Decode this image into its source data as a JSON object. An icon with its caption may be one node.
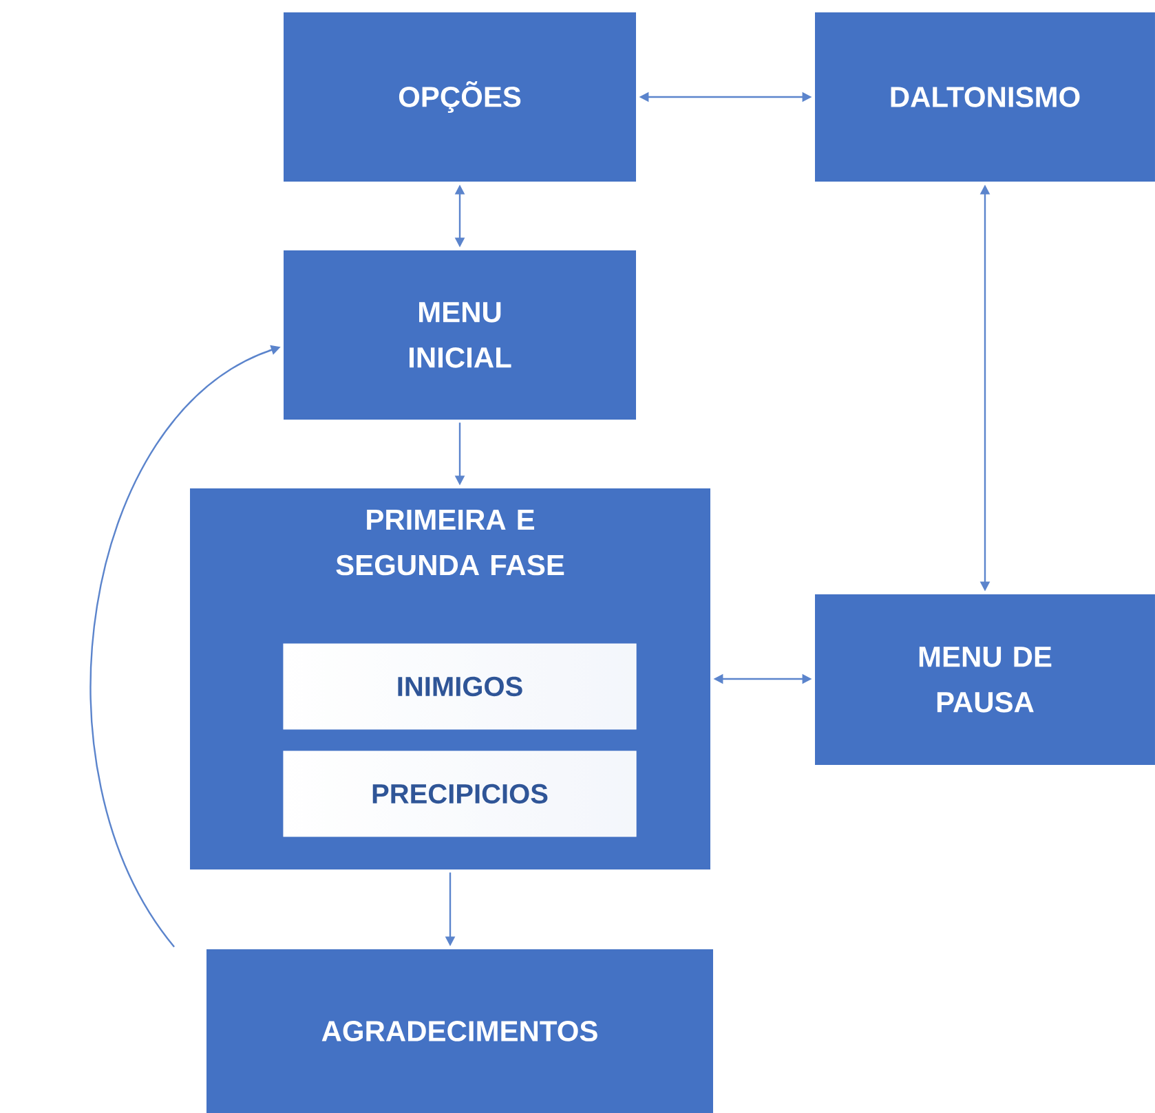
{
  "diagram": {
    "nodes": [
      {
        "text": [
          "OPÇÕES"
        ]
      },
      {
        "text": [
          "DALTONISMO"
        ]
      },
      {
        "text": [
          "MENU INICIAL"
        ]
      },
      {
        "text": [
          "PRIMEIRA E SEGUNDA FASE"
        ]
      },
      {
        "text": [
          "INIMIGOS"
        ],
        "in": 3
      },
      {
        "text": [
          "PRECIPICIOS"
        ],
        "in": 3
      },
      {
        "text": [
          "MENU DE PAUSA"
        ]
      },
      {
        "text": [
          "AGRADECIMENTOS"
        ]
      }
    ],
    "edges": [
      {
        "from": 0,
        "to": 1,
        "arrow": "both"
      },
      {
        "from": 0,
        "to": 2,
        "arrow": "both"
      },
      {
        "from": 2,
        "to": 3,
        "arrow": "to"
      },
      {
        "from": 6,
        "to": 1,
        "arrow": "both"
      },
      {
        "from": 3,
        "to": 6,
        "arrow": "both"
      },
      {
        "from": 3,
        "to": 7,
        "arrow": "to"
      },
      {
        "from": 7,
        "to": 2,
        "arrow": "to"
      }
    ]
  }
}
